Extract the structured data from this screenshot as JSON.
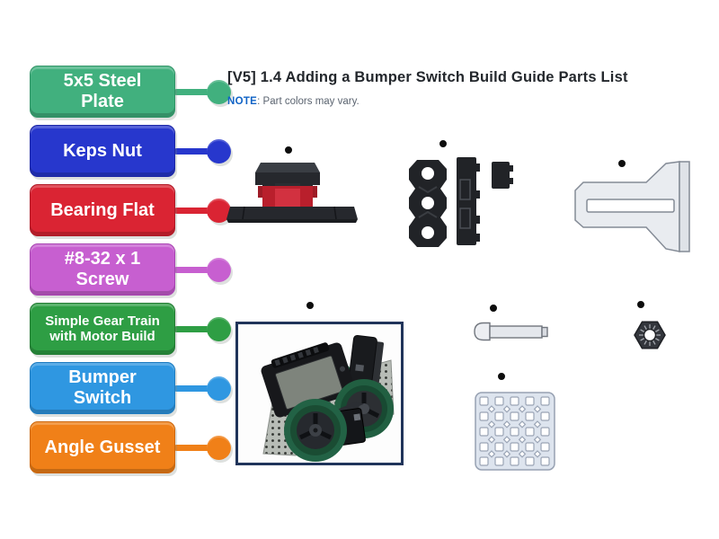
{
  "header": {
    "title": "[V5] 1.4 Adding a Bumper Switch Build Guide Parts List",
    "note_label": "NOTE",
    "note_text": ": Part colors may vary."
  },
  "labels": [
    {
      "text": "5x5 Steel Plate",
      "color": "#41b07e",
      "dark": "#2f9466"
    },
    {
      "text": "Keps Nut",
      "color": "#2737cd",
      "dark": "#1c27a6"
    },
    {
      "text": "Bearing Flat",
      "color": "#da2433",
      "dark": "#b01a27"
    },
    {
      "text": "#8-32 x 1 Screw",
      "color": "#c75fd0",
      "dark": "#a844b2"
    },
    {
      "text": "Simple Gear Train with Motor Build",
      "color": "#2e9e44",
      "dark": "#237b33",
      "small": true
    },
    {
      "text": "Bumper Switch",
      "color": "#2f97e1",
      "dark": "#1f7cc0"
    },
    {
      "text": "Angle Gusset",
      "color": "#f08018",
      "dark": "#cc660b"
    }
  ],
  "markers": [
    {
      "name": "bumper-switch"
    },
    {
      "name": "bearing-flat"
    },
    {
      "name": "angle-gusset"
    },
    {
      "name": "gear-train-build"
    },
    {
      "name": "screw"
    },
    {
      "name": "keps-nut"
    },
    {
      "name": "steel-plate"
    }
  ]
}
